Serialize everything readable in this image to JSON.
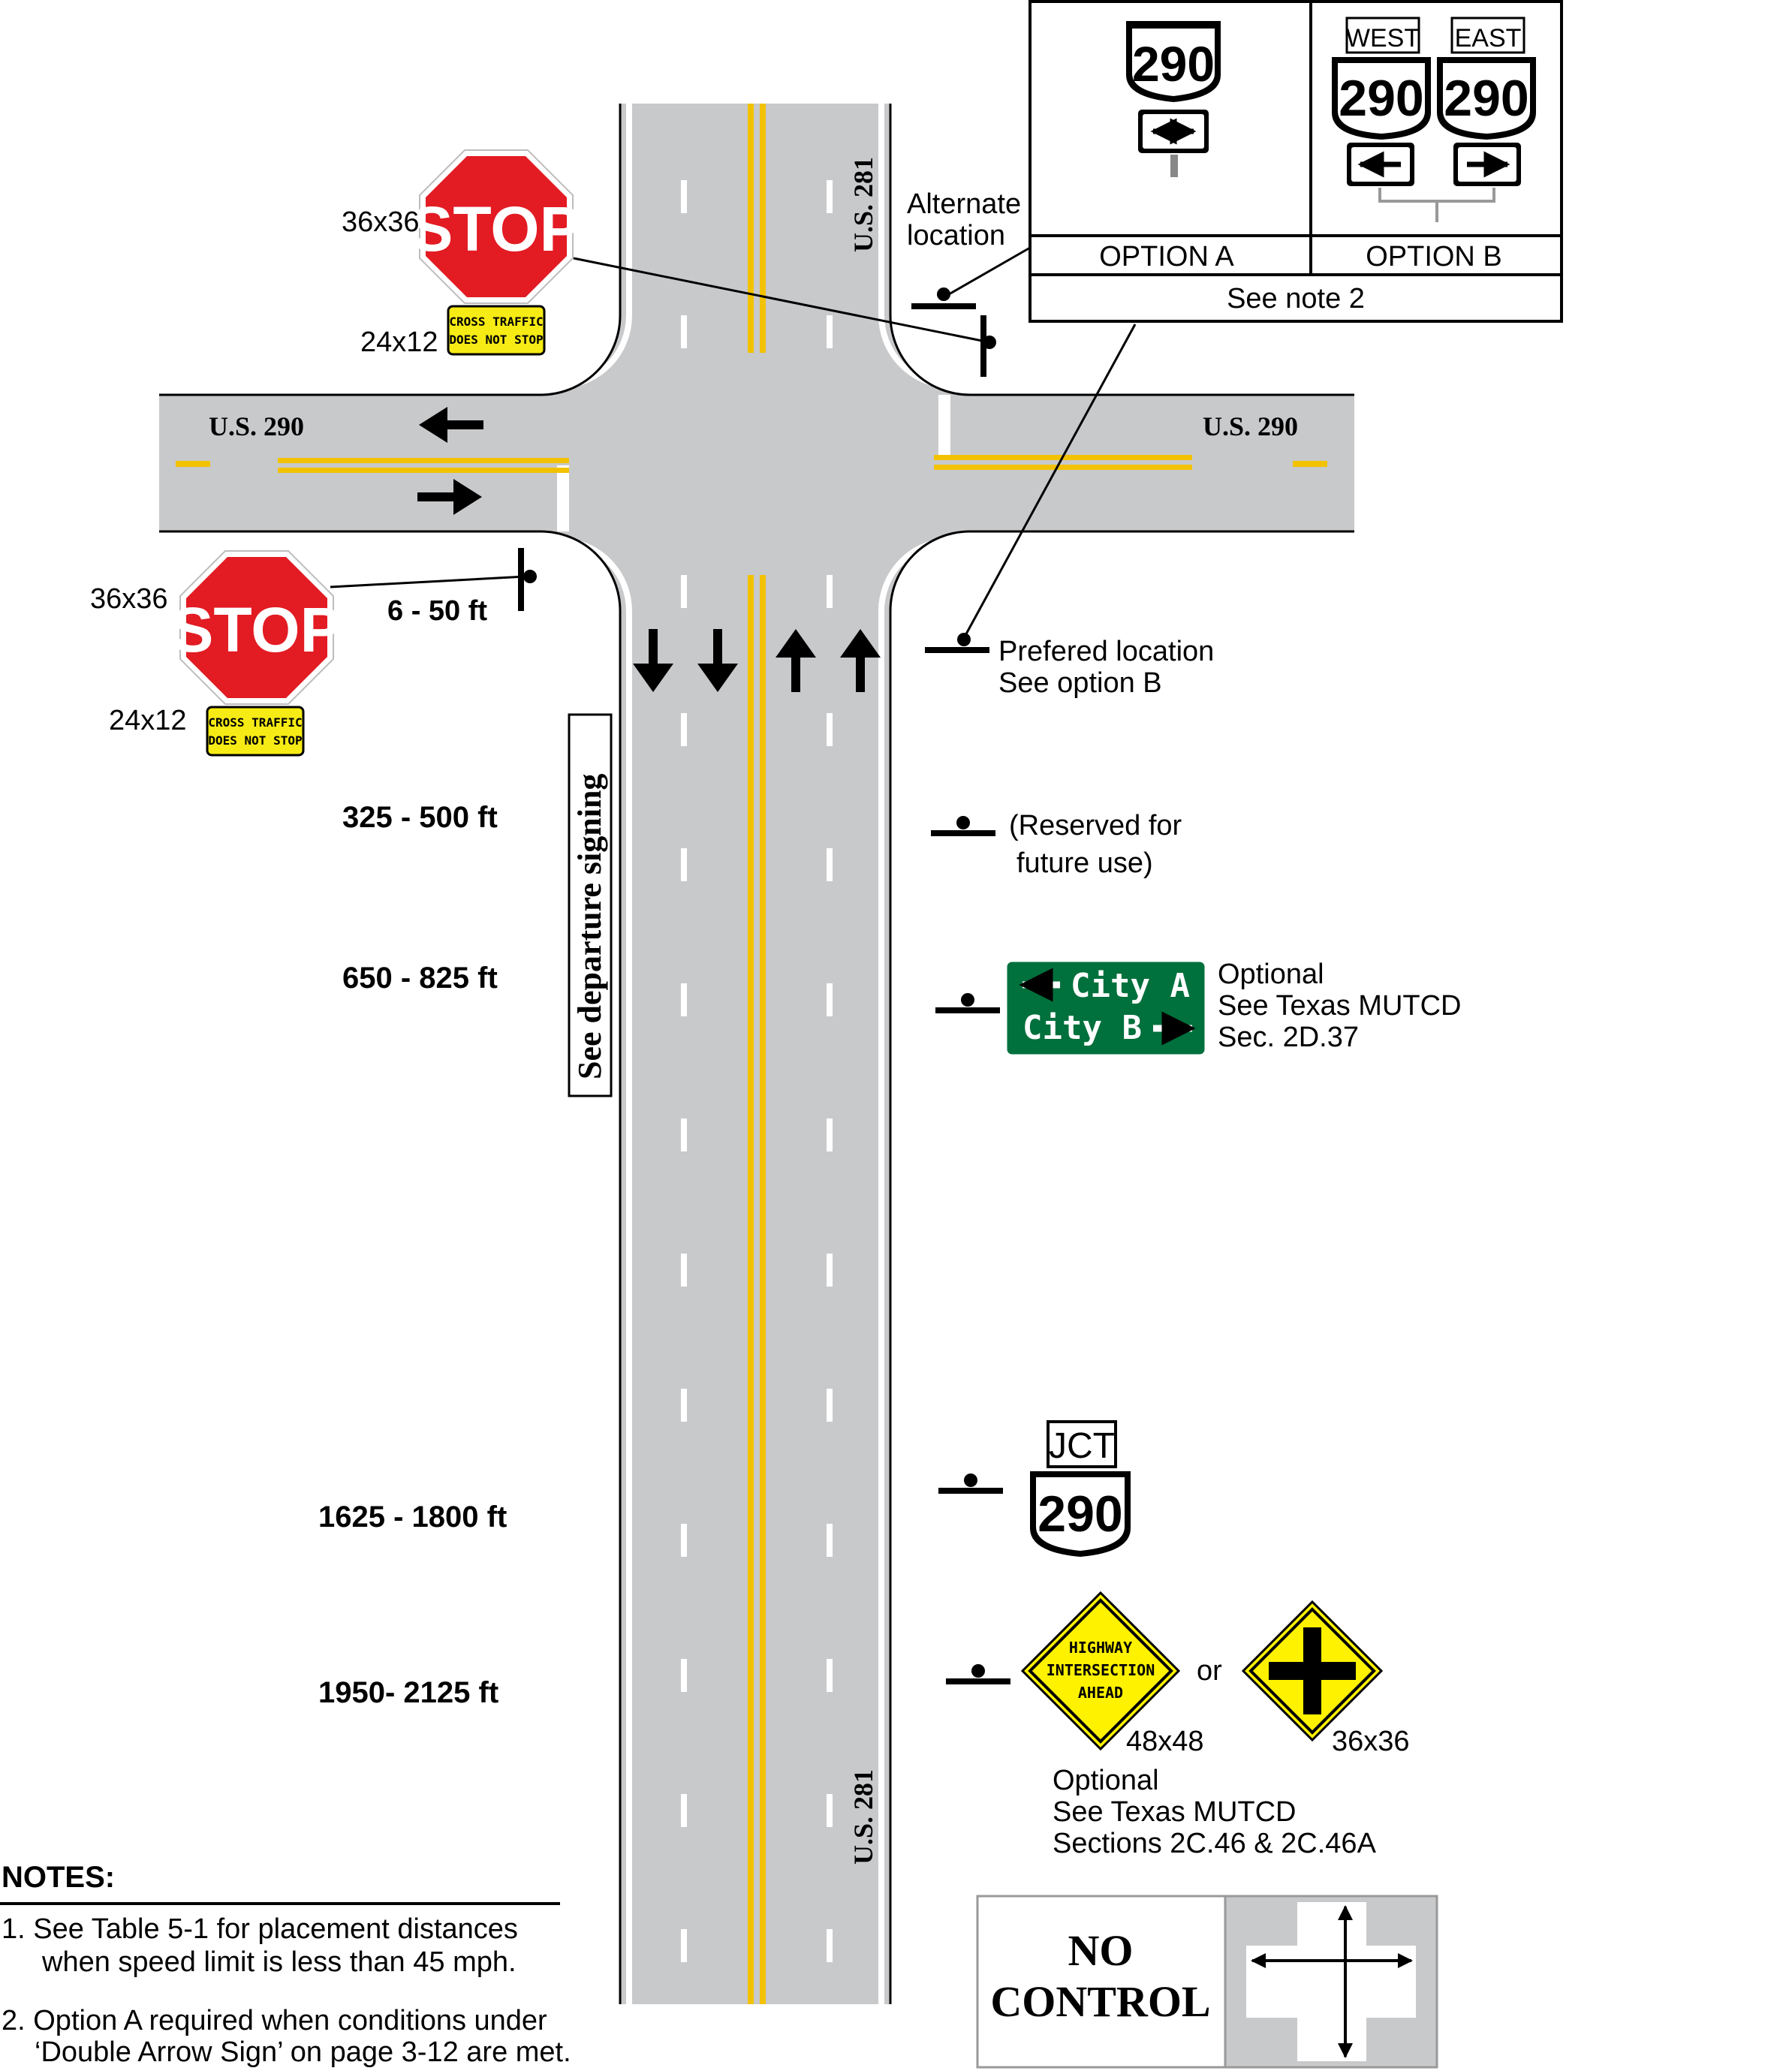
{
  "roads": {
    "north_south": "U.S. 281",
    "east_west_left": "U.S. 290",
    "east_west_right": "U.S. 290"
  },
  "stop_signs": {
    "text": "STOP",
    "plaque_line1": "CROSS  TRAFFIC",
    "plaque_line2": "DOES  NOT  STOP",
    "upper": {
      "size": "36x36",
      "plaque_size": "24x12"
    },
    "lower": {
      "size": "36x36",
      "plaque_size": "24x12"
    }
  },
  "callout": {
    "route_number": "290",
    "west": "WEST",
    "east": "EAST",
    "option_a": "OPTION A",
    "option_b": "OPTION B",
    "note": "See note 2"
  },
  "locations": {
    "alternate_line1": "Alternate",
    "alternate_line2": "location",
    "preferred_line1": "Prefered location",
    "preferred_line2": "See option B",
    "stop_distance": "6 - 50 ft",
    "departure": "See departure signing"
  },
  "advance_signs": [
    {
      "distance": "325 - 500 ft",
      "label_line1": "(Reserved for",
      "label_line2": "future use)"
    },
    {
      "distance": "650 - 825 ft",
      "label_line1": "Optional",
      "label_line2": "See Texas MUTCD",
      "label_line3": "Sec. 2D.37"
    },
    {
      "distance": "1625 - 1800 ft"
    },
    {
      "distance": "1950-  2125 ft"
    }
  ],
  "guide_sign": {
    "line1": "City  A",
    "line2": "City  B"
  },
  "jct_sign": {
    "jct": "JCT",
    "route": "290"
  },
  "warning": {
    "line1": "HIGHWAY",
    "line2": "INTERSECTION",
    "line3": "AHEAD",
    "size_text_sign": "48x48",
    "or": "or",
    "size_symbol_sign": "36x36",
    "optional_line1": "Optional",
    "optional_line2": "See Texas MUTCD",
    "optional_line3": "Sections 2C.46 & 2C.46A"
  },
  "notes": {
    "heading": "NOTES:",
    "note1_line1": "1.  See Table 5-1 for placement distances",
    "note1_line2": "when speed limit is less than 45 mph.",
    "note2_line1": "2. Option A required when conditions under",
    "note2_line2": "‘Double Arrow Sign’ on page 3-12 are met."
  },
  "legend": {
    "line1": "NO",
    "line2": "CONTROL"
  },
  "colors": {
    "pavement": "#c8c9cb",
    "yellow_line": "#f2c200",
    "stop_red": "#e31b23",
    "plaque_yellow": "#f6eb14",
    "warning_yellow": "#fff200",
    "guide_green": "#00703c"
  }
}
